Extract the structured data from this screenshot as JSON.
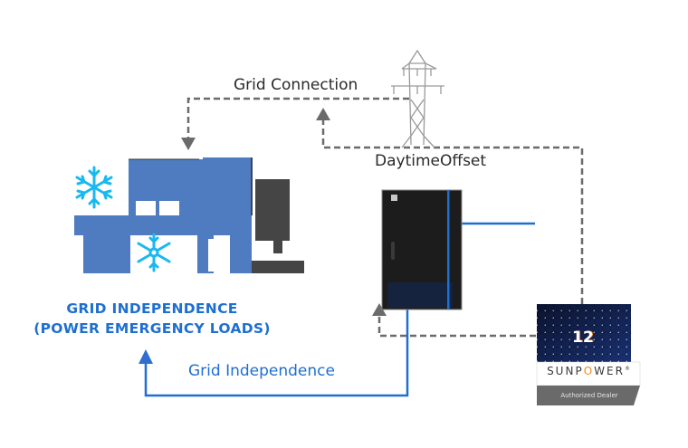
{
  "labels": {
    "grid_connection": "Grid Connection",
    "daytime_offset": "DaytimeOffset",
    "grid_independence_title_line1": "GRID INDEPENDENCE",
    "grid_independence_title_line2": "(POWER EMERGENCY LOADS)",
    "grid_independence_flow": "Grid Independence"
  },
  "solar_panel": {
    "count": "12",
    "brand_prefix": "SUNP",
    "brand_accent": "O",
    "brand_suffix": "WER",
    "brand_mark": "®",
    "badge": "Authorized Dealer"
  },
  "icons": [
    "house-icon",
    "snowflake-icon",
    "transmission-tower-icon",
    "battery-cabinet-icon",
    "solar-panel-icon"
  ],
  "colors": {
    "accent_blue": "#1f6fd1",
    "house_blue": "#4f7cc0",
    "dashed_gray": "#6b6b6b",
    "snowflake": "#19b8f0",
    "cabinet": "#1c1c1c",
    "sunpower_orange": "#f08a1c"
  }
}
